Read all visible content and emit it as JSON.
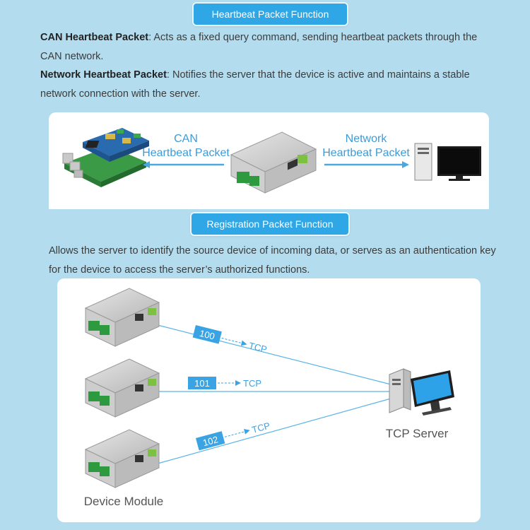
{
  "section1": {
    "title": "Heartbeat Packet Function",
    "can_term": "CAN Heartbeat Packet",
    "can_desc": ": Acts as a fixed query command, sending heartbeat packets through the",
    "can_desc2": "CAN network.",
    "net_term": "Network Heartbeat Packet",
    "net_desc": ": Notifies the server that the device is active and maintains a stable",
    "net_desc2": "network connection with the server."
  },
  "diagram1": {
    "left_label_1": "CAN",
    "left_label_2": "Heartbeat Packet",
    "right_label_1": "Network",
    "right_label_2": "Heartbeat Packet"
  },
  "section2": {
    "title": "Registration Packet Function",
    "desc1": "Allows the server to identify the source device of incoming data, or serves as an authentication key",
    "desc2": "for the device to access the server’s authorized functions."
  },
  "diagram2": {
    "packets": [
      {
        "id": "100",
        "protocol": "TCP"
      },
      {
        "id": "101",
        "protocol": "TCP"
      },
      {
        "id": "102",
        "protocol": "TCP"
      }
    ],
    "server_label": "TCP Server",
    "device_label": "Device Module"
  },
  "colors": {
    "background": "#b3dcee",
    "accent": "#2fa7e6",
    "arrow": "#4aa8e0",
    "badge": "#3aa3e3",
    "label_blue": "#3e9bd8"
  }
}
